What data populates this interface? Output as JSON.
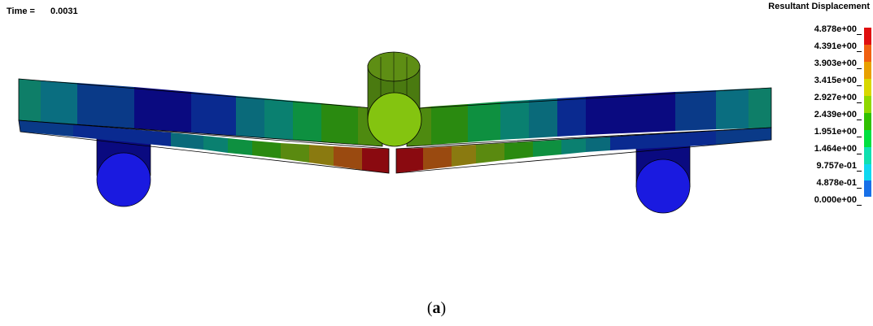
{
  "header": {
    "time_label": "Time =",
    "time_value": "0.0031"
  },
  "legend": {
    "title": "Resultant Displacement",
    "labels": [
      "4.878e+00",
      "4.391e+00",
      "3.903e+00",
      "3.415e+00",
      "2.927e+00",
      "2.439e+00",
      "1.951e+00",
      "1.464e+00",
      "9.757e-01",
      "4.878e-01",
      "0.000e+00"
    ],
    "colors": [
      "#e01010",
      "#f06010",
      "#e8a000",
      "#d8d800",
      "#90d800",
      "#30c000",
      "#00e040",
      "#10e0b0",
      "#10d8f0",
      "#1870e8",
      "#0a10e0"
    ]
  },
  "caption": {
    "open": "(",
    "letter": "a",
    "close": ")"
  }
}
